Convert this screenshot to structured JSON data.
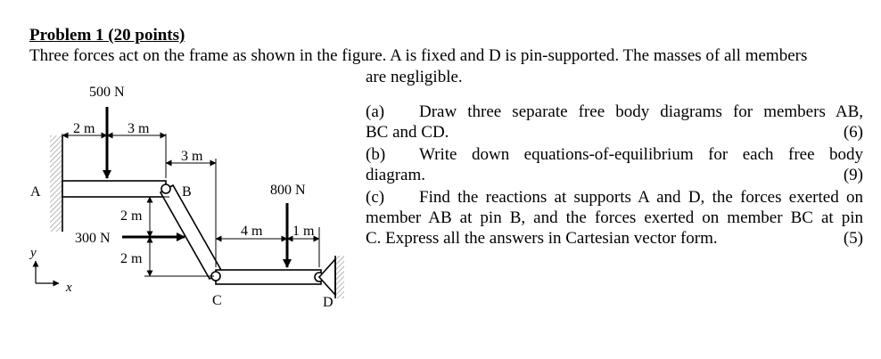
{
  "problem": {
    "heading": "Problem 1 (20 points)",
    "intro_line1": "Three forces act on the frame as shown in the figure. A is fixed and D is pin-supported. The masses of all members",
    "intro_line2": "are negligible."
  },
  "questions": [
    {
      "label": "(a)",
      "lines": [
        "Draw three separate free body diagrams for members AB,",
        "BC and CD."
      ],
      "points": "(6)"
    },
    {
      "label": "(b)",
      "lines": [
        "Write down equations-of-equilibrium for each free body",
        "diagram."
      ],
      "points": "(9)"
    },
    {
      "label": "(c)",
      "lines": [
        "Find the reactions at supports A and D, the forces exerted on",
        "member AB at pin B, and the forces exerted on member BC at pin",
        "C. Express all the answers in Cartesian vector form."
      ],
      "points": "(5)"
    }
  ],
  "figure": {
    "force_500": "500 N",
    "force_300": "300 N",
    "force_800": "800 N",
    "dim_2m_top": "2 m",
    "dim_3m_top": "3 m",
    "dim_3m_mid": "3 m",
    "dim_2m_upper": "2 m",
    "dim_2m_lower": "2 m",
    "dim_4m": "4 m",
    "dim_1m": "1 m",
    "point_a": "A",
    "point_b": "B",
    "point_c": "C",
    "point_d": "D",
    "axis_y": "y",
    "axis_x": "x"
  }
}
